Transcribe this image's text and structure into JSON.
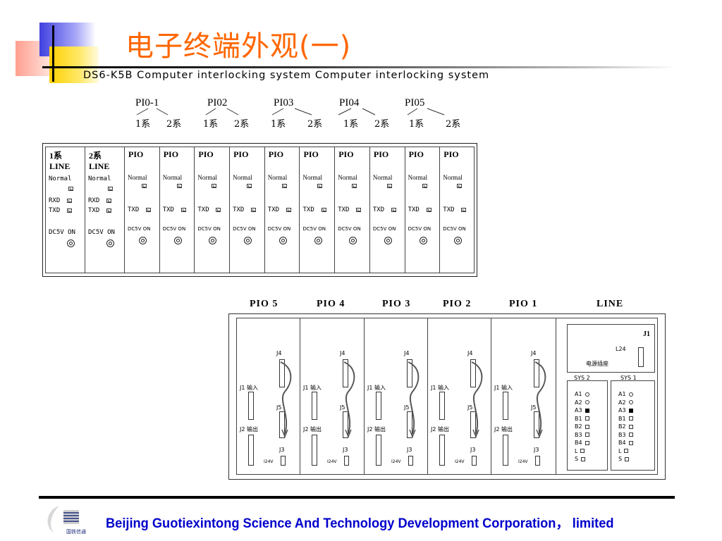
{
  "title": "电子终端外观(一)",
  "subtitle": "DS6-K5B Computer interlocking system Computer interlocking system",
  "top": {
    "groups": [
      {
        "name": "PI0-1",
        "s1": "1系",
        "s2": "2系"
      },
      {
        "name": "PI02",
        "s1": "1系",
        "s2": "2系"
      },
      {
        "name": "PI03",
        "s1": "1系",
        "s2": "2系"
      },
      {
        "name": "PI04",
        "s1": "1系",
        "s2": "2系"
      },
      {
        "name": "PI05",
        "s1": "1系",
        "s2": "2系"
      }
    ],
    "line_cards": [
      {
        "t1": "1系",
        "t2": "LINE",
        "normal": "Normal",
        "rxd": "RXD",
        "txd": "TXD",
        "dc": "DC5V ON"
      },
      {
        "t1": "2系",
        "t2": "LINE",
        "normal": "Normal",
        "rxd": "RXD",
        "txd": "TXD",
        "dc": "DC5V ON"
      }
    ],
    "pio_card": {
      "t1": "PIO",
      "normal": "Normal",
      "txd": "TXD",
      "dc": "DC5V ON"
    },
    "pio_count": 10
  },
  "bottom": {
    "headers": [
      "PIO 5",
      "PIO 4",
      "PIO 3",
      "PIO 2",
      "PIO 1",
      "LINE"
    ],
    "slot_labels": {
      "j4": "J4",
      "j5": "J5",
      "j3": "J3",
      "j1": "J1 输入",
      "j2": "J2 输出",
      "v": "I24V"
    },
    "line": {
      "j1": "J1",
      "l24": "L24",
      "power": "电源插座",
      "sys2": "SYS 2",
      "sys1": "SYS 1",
      "rows": [
        "A1",
        "A2",
        "A3",
        "B1",
        "B2",
        "B3",
        "B4",
        "L",
        "S"
      ]
    }
  },
  "footer": {
    "company": "Beijing  Guotiexintong  Science  And  Technology  Development  Corporation，  limited",
    "logo_text": "国铁信通"
  },
  "colors": {
    "title": "#ff6600",
    "footer_text": "#0000cc"
  }
}
